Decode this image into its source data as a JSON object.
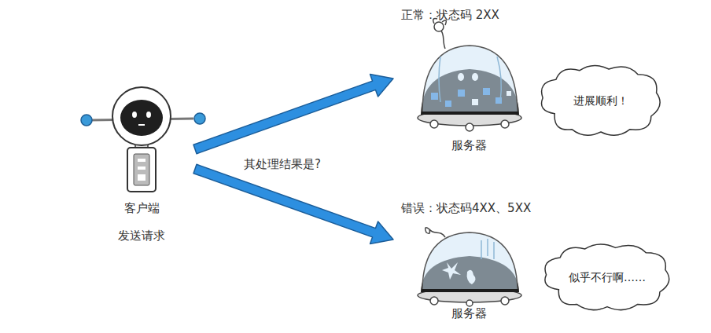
{
  "diagram": {
    "nodes": [
      {
        "text": [
          "正常：状态码 2XX",
          "服务器"
        ]
      },
      {
        "text": [
          "进展顺利！"
        ]
      },
      {
        "text": [
          "客户端",
          "发送请求"
        ]
      },
      {
        "text": [
          "错误：状态码4XX、5XX",
          "服务器"
        ]
      },
      {
        "text": [
          "似乎不行啊……"
        ]
      }
    ],
    "edges": [
      {
        "from": 2,
        "to": 0,
        "arrow": "to"
      },
      {
        "from": 2,
        "to": 3,
        "arrow": "to"
      }
    ],
    "labels": [
      "其处理结果是?"
    ]
  }
}
